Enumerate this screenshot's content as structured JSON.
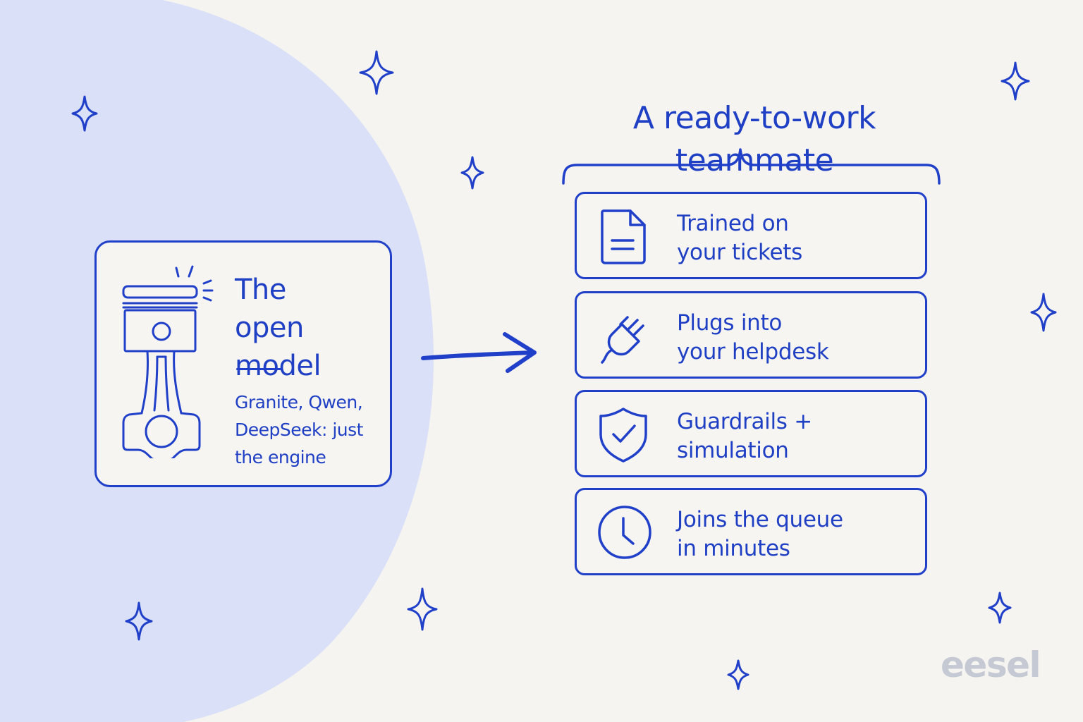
{
  "colors": {
    "background": "#f5f4f0",
    "blob": "#d9e0f7",
    "ink": "#2140c9",
    "logo": "#c5c9d3"
  },
  "left_card": {
    "icon": "piston-icon",
    "title_line1": "The",
    "title_line2": "open model",
    "desc_line1": "Granite, Qwen,",
    "desc_line2": "DeepSeek: just",
    "desc_line3": "the engine"
  },
  "headline": "A ready-to-work teammate",
  "features": [
    {
      "icon": "document-icon",
      "line1": "Trained on",
      "line2": "your tickets"
    },
    {
      "icon": "plug-icon",
      "line1": "Plugs into",
      "line2": "your helpdesk"
    },
    {
      "icon": "shield-check-icon",
      "line1": "Guardrails +",
      "line2": "simulation"
    },
    {
      "icon": "clock-icon",
      "line1": "Joins the queue",
      "line2": "in minutes"
    }
  ],
  "logo": "eesel"
}
